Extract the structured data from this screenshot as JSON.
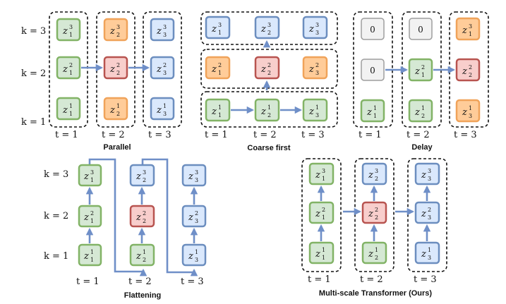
{
  "labels": {
    "k1": "k = 1",
    "k2": "k = 2",
    "k3": "k = 3",
    "t1": "t = 1",
    "t2": "t = 2",
    "t3": "t = 3",
    "zero": "0"
  },
  "captions": {
    "parallel": "Parallel",
    "coarse_first": "Coarse first",
    "delay": "Delay",
    "flattening": "Flattening",
    "multiscale": "Multi-scale Transformer (Ours)"
  },
  "colors": {
    "green_fill": "#d5e8d4",
    "green_stroke": "#82b366",
    "orange_fill": "#ffcc99",
    "orange_stroke": "#f0a35a",
    "red_fill": "#f8cecc",
    "red_stroke": "#b85450",
    "blue_fill": "#dae8fc",
    "blue_stroke": "#6c8ebf",
    "gray_fill": "#f2f2f2",
    "gray_stroke": "#9e9e9e",
    "arrow": "#6f8fc8"
  }
}
